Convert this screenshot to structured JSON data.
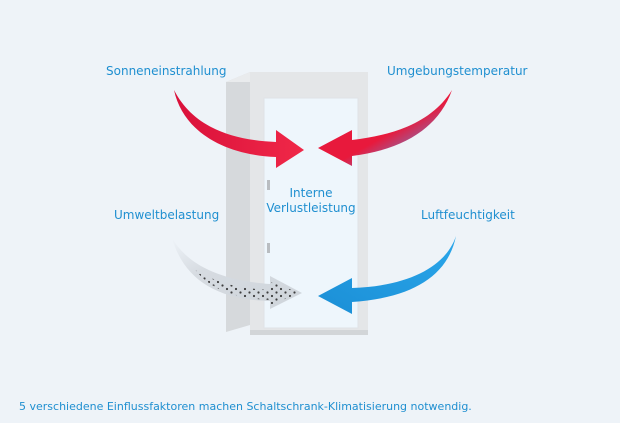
{
  "labels": {
    "top_left": "Sonneneinstrahlung",
    "top_right": "Umgebungstemperatur",
    "mid_left": "Umweltbelastung",
    "mid_right": "Luftfeuchtigkeit",
    "center_line1": "Interne",
    "center_line2": "Verlustleistung"
  },
  "caption": "5 verschiedene Einflussfaktoren machen Schaltschrank-Klimatisierung notwendig.",
  "colors": {
    "background": "#eef3f8",
    "text_blue": "#1f8fd0",
    "arrow_red": "#e8193c",
    "arrow_blue": "#1e9be0",
    "arrow_grey": "#d9dde2",
    "cabinet": "#e2e4e6",
    "cabinet_door": "#eef6fc"
  },
  "icons": {
    "cabinet": "cabinet-icon",
    "arrows": [
      "sun-arrow-icon",
      "temperature-arrow-icon",
      "pollution-arrow-icon",
      "humidity-arrow-icon"
    ]
  }
}
